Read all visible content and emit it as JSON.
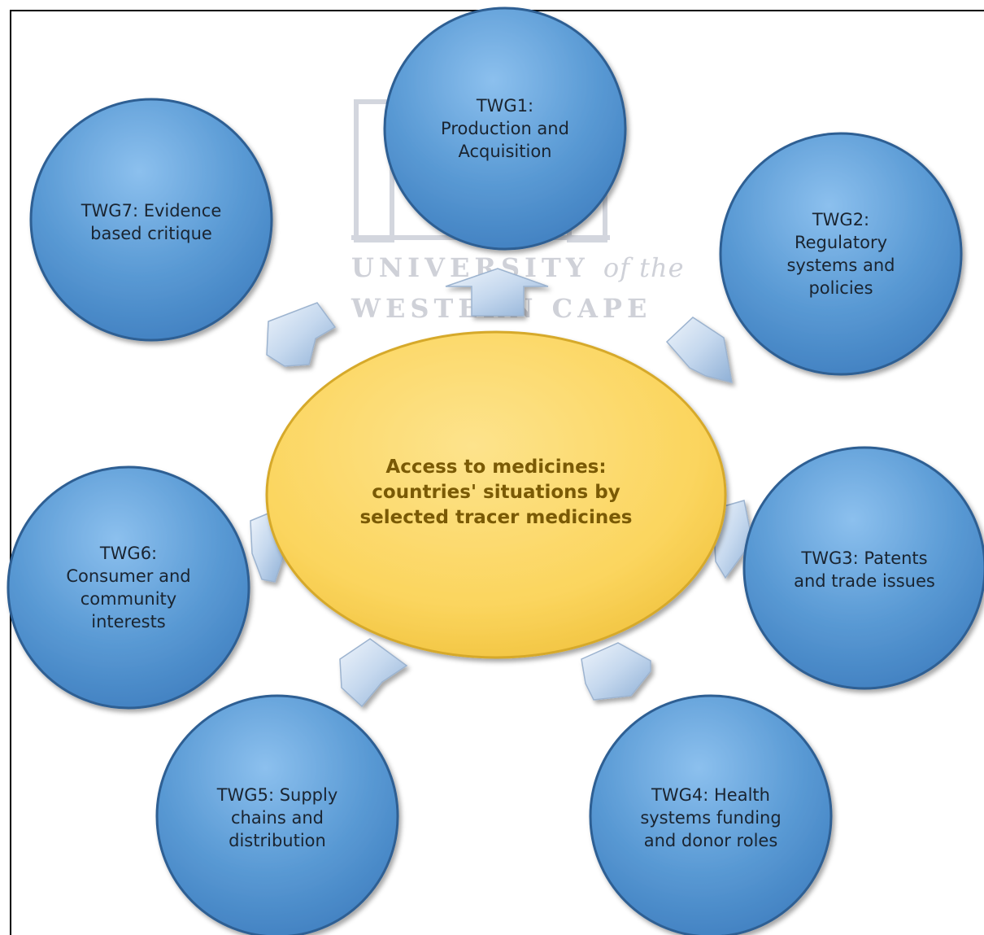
{
  "watermark": {
    "line1_main": "UNIVERSITY",
    "line1_suffix": "of the",
    "line2": "WESTERN CAPE"
  },
  "center": {
    "text": "Access to medicines:\ncountries' situations by\nselected tracer medicines"
  },
  "nodes": [
    {
      "id": "twg1",
      "text": "TWG1:\nProduction and\nAcquisition"
    },
    {
      "id": "twg2",
      "text": "TWG2:\nRegulatory\nsystems and\npolicies"
    },
    {
      "id": "twg3",
      "text": "TWG3:  Patents\nand trade issues"
    },
    {
      "id": "twg4",
      "text": "TWG4: Health\nsystems funding\nand donor roles"
    },
    {
      "id": "twg5",
      "text": "TWG5: Supply\nchains and\ndistribution"
    },
    {
      "id": "twg6",
      "text": "TWG6:\nConsumer and\ncommunity\ninterests"
    },
    {
      "id": "twg7",
      "text": "TWG7: Evidence\nbased critique"
    }
  ],
  "colors": {
    "node_fill": "#5b9bd5",
    "node_stroke": "#1f4e79",
    "center_fill": "#fbd968",
    "center_text": "#7a5a05",
    "arrow_fill": "#c7d9ef"
  }
}
